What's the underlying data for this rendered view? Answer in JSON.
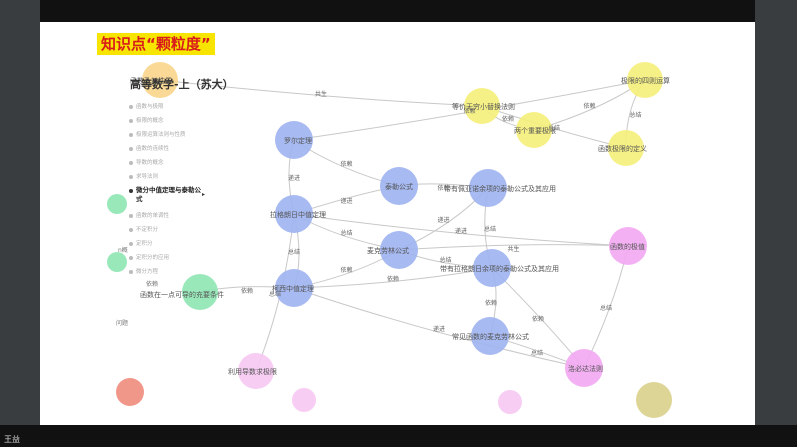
{
  "slide_title": "知识点“颗粒度”",
  "course_title": "高等数学-上（苏大）",
  "presenter_name": "王益",
  "chapters": [
    {
      "label": "函数与极限",
      "active": false
    },
    {
      "label": "极限的概念",
      "active": false
    },
    {
      "label": "极限运算法则与性质",
      "active": false
    },
    {
      "label": "函数的连续性",
      "active": false
    },
    {
      "label": "导数的概念",
      "active": false
    },
    {
      "label": "求导法则",
      "active": false
    },
    {
      "label": "微分中值定理与泰勒公式",
      "active": true
    },
    {
      "label": "函数的单调性",
      "active": false
    },
    {
      "label": "不定积分",
      "active": false
    },
    {
      "label": "定积分",
      "active": false
    },
    {
      "label": "定积分的应用",
      "active": false
    },
    {
      "label": "微分方程",
      "active": false
    }
  ],
  "nodes": [
    {
      "id": "n1",
      "label": "罗尔定理",
      "color": "#9db3f0"
    },
    {
      "id": "n2",
      "label": "拉格朗日中值定理",
      "color": "#9db3f0"
    },
    {
      "id": "n3",
      "label": "柯西中值定理",
      "color": "#9db3f0"
    },
    {
      "id": "n4",
      "label": "泰勒公式",
      "color": "#9db3f0"
    },
    {
      "id": "n5",
      "label": "麦克劳林公式",
      "color": "#9db3f0"
    },
    {
      "id": "n6",
      "label": "带有佩亚诺余项的泰勒公式及其应用",
      "color": "#9db3f0"
    },
    {
      "id": "n7",
      "label": "带有拉格朗日余项的泰勒公式及其应用",
      "color": "#9db3f0"
    },
    {
      "id": "n8",
      "label": "常见函数的麦克劳林公式",
      "color": "#9db3f0"
    },
    {
      "id": "n9",
      "label": "洛必达法则",
      "color": "#f2a9f2"
    },
    {
      "id": "n10",
      "label": "函数的极值",
      "color": "#f2a9f2"
    },
    {
      "id": "n11",
      "label": "两个重要极限",
      "color": "#f5f07a"
    },
    {
      "id": "n12",
      "label": "等价无穷小替换法则",
      "color": "#f5f07a"
    },
    {
      "id": "n13",
      "label": "极限的四则运算",
      "color": "#f5f07a"
    },
    {
      "id": "n14",
      "label": "函数极限的定义",
      "color": "#f5f07a"
    },
    {
      "id": "n15",
      "label": "函数及其性质",
      "color": "#f8d58a"
    },
    {
      "id": "n16",
      "label": "函数在一点可导的充要条件",
      "color": "#8ee6b3"
    },
    {
      "id": "n17",
      "label": "利用导数求极限",
      "color": "#f6c8f2"
    },
    {
      "id": "n18",
      "label": "",
      "color": "#f6c8f2"
    },
    {
      "id": "n19",
      "label": "",
      "color": "#f6c8f2"
    },
    {
      "id": "n20",
      "label": "",
      "color": "#d9d08a"
    },
    {
      "id": "n21",
      "label": "",
      "color": "#f08c7c"
    },
    {
      "id": "n22",
      "label": "",
      "color": "#8ee6b3"
    },
    {
      "id": "n23",
      "label": "",
      "color": "#8ee6b3"
    }
  ],
  "edge_labels": [
    "递进",
    "总结",
    "依赖",
    "递进",
    "总结",
    "依赖",
    "依赖",
    "递进",
    "总结",
    "依赖",
    "总结",
    "依赖",
    "总结",
    "依赖",
    "递进",
    "总结",
    "依赖",
    "依赖",
    "总结",
    "总结",
    "递进",
    "共生",
    "依赖",
    "共生",
    "依赖",
    "总结"
  ],
  "corner_labels": [
    "n概",
    "依赖",
    "问题"
  ]
}
